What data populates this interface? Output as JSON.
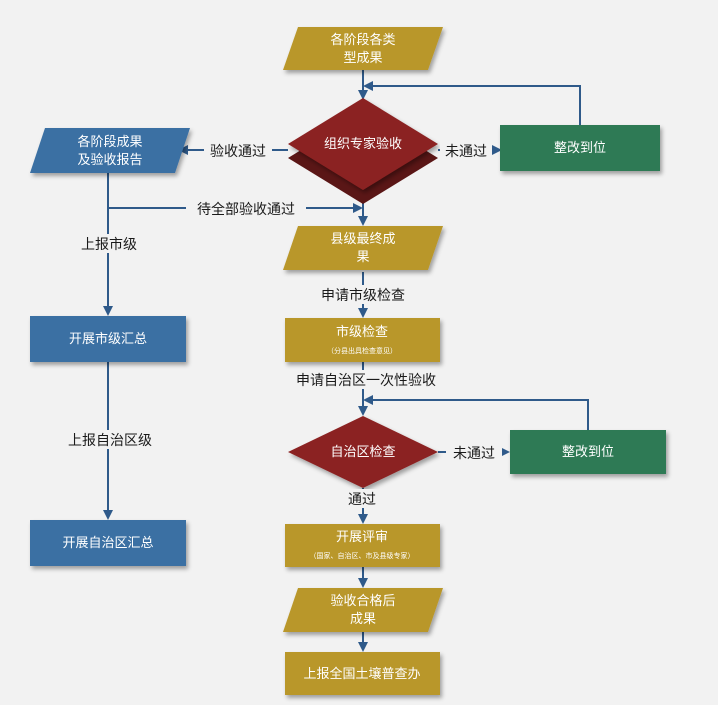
{
  "colors": {
    "gold": "#b9972c",
    "blue": "#3b6fa3",
    "green": "#2e7a55",
    "red": "#8b2323",
    "connector": "#2f5a8a",
    "background": "#f2f2f2"
  },
  "nodes": {
    "stage_results": {
      "line1": "各阶段各类",
      "line2": "型成果"
    },
    "expert_review": {
      "label": "组织专家验收"
    },
    "rectify_1": {
      "label": "整改到位"
    },
    "stage_report": {
      "line1": "各阶段成果",
      "line2": "及验收报告"
    },
    "county_final": {
      "line1": "县级最终成",
      "line2": "果"
    },
    "city_check": {
      "label": "市级检查",
      "sub": "（分县出具检查意见）"
    },
    "city_summary": {
      "label": "开展市级汇总"
    },
    "region_check": {
      "label": "自治区检查"
    },
    "rectify_2": {
      "label": "整改到位"
    },
    "region_summary": {
      "label": "开展自治区汇总"
    },
    "evaluation": {
      "label": "开展评审",
      "sub": "（国家、自治区、市及县级专家）"
    },
    "accepted": {
      "line1": "验收合格后",
      "line2": "成果"
    },
    "national_submit": {
      "label": "上报全国土壤普查办"
    }
  },
  "edges": {
    "accept_pass": "验收通过",
    "not_pass_1": "未通过",
    "all_pass": "待全部验收通过",
    "report_city": "上报市级",
    "apply_city": "申请市级检查",
    "report_region": "上报自治区级",
    "apply_region": "申请自治区一次性验收",
    "not_pass_2": "未通过",
    "pass": "通过"
  }
}
